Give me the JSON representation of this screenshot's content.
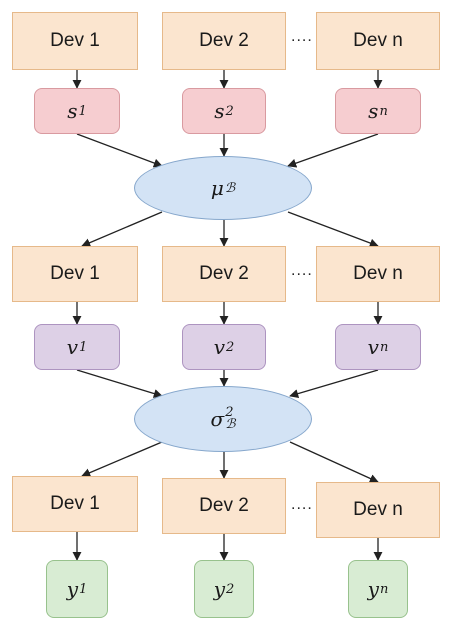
{
  "rows": {
    "dev_row_1": [
      "Dev 1",
      "Dev 2",
      "Dev n"
    ],
    "dev_row_2": [
      "Dev 1",
      "Dev 2",
      "Dev n"
    ],
    "dev_row_3": [
      "Dev 1",
      "Dev 2",
      "Dev n"
    ]
  },
  "ellipsis": "....",
  "s_vars": [
    {
      "base": "s",
      "sub": "1"
    },
    {
      "base": "s",
      "sub": "2"
    },
    {
      "base": "s",
      "sub": "n"
    }
  ],
  "v_vars": [
    {
      "base": "v",
      "sub": "1"
    },
    {
      "base": "v",
      "sub": "2"
    },
    {
      "base": "v",
      "sub": "n"
    }
  ],
  "y_vars": [
    {
      "base": "y",
      "sub": "1"
    },
    {
      "base": "y",
      "sub": "2"
    },
    {
      "base": "y",
      "sub": "n"
    }
  ],
  "mean_op": {
    "base": "μ",
    "sub": "ℬ"
  },
  "var_op": {
    "base": "σ",
    "sup": "2",
    "sub": "ℬ"
  },
  "colors": {
    "dev_fill": "#fbe5cf",
    "s_fill": "#f6cdd0",
    "v_fill": "#ddd0e6",
    "y_fill": "#d8ecd3",
    "op_fill": "#d3e3f5",
    "edge": "#222222"
  }
}
